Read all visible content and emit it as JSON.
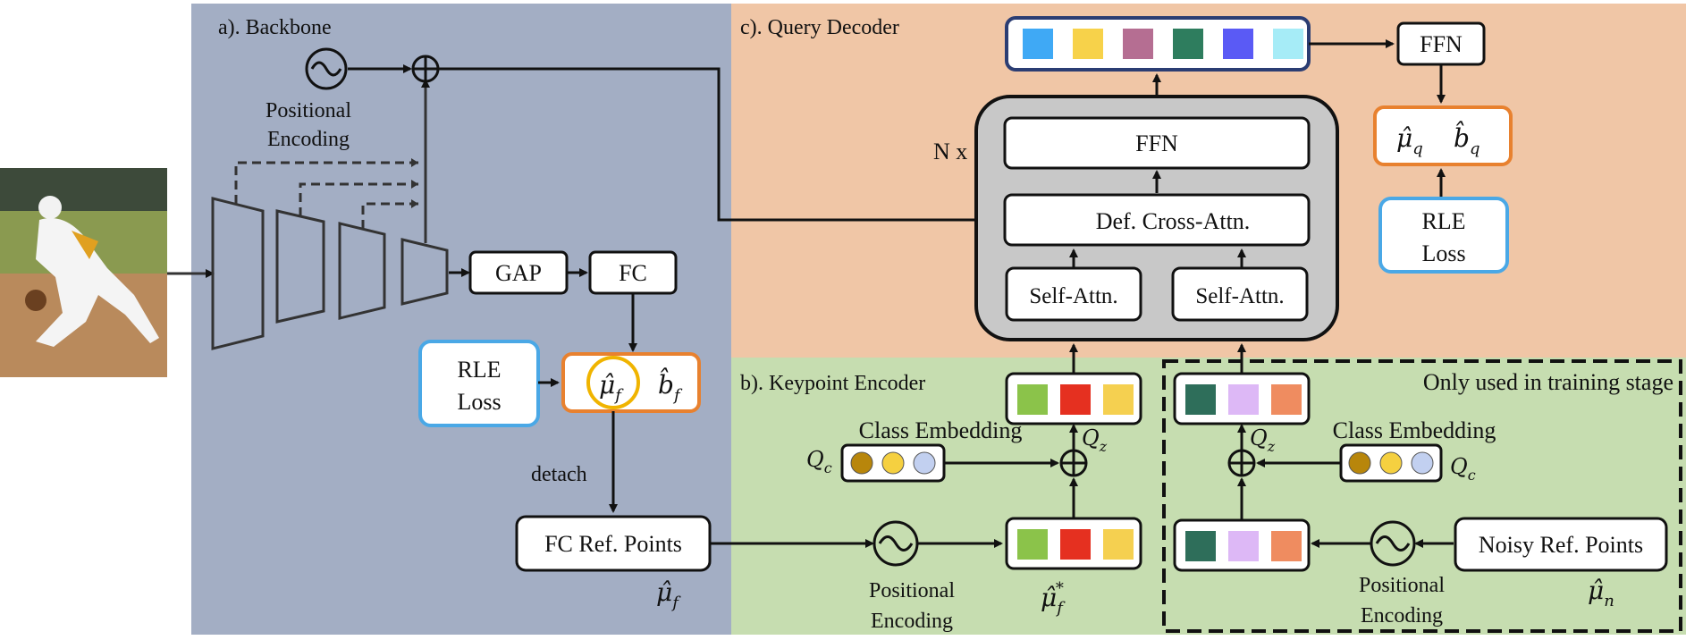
{
  "sections": {
    "backbone": "a). Backbone",
    "keypoint_encoder": "b). Keypoint Encoder",
    "query_decoder": "c). Query Decoder"
  },
  "labels": {
    "positional_encoding_line1": "Positional",
    "positional_encoding_line2": "Encoding",
    "gap": "GAP",
    "fc": "FC",
    "rle_line1": "RLE",
    "rle_line2": "Loss",
    "detach": "detach",
    "fc_ref_points": "FC Ref. Points",
    "noisy_ref_points": "Noisy Ref. Points",
    "class_embedding": "Class Embedding",
    "ffn": "FFN",
    "def_cross_attn": "Def. Cross-Attn.",
    "self_attn": "Self-Attn.",
    "n_times": "N x",
    "training_only": "Only used in training stage"
  },
  "math": {
    "mu_f": "μ̂",
    "mu_f_sub": "f",
    "b_f": "b̂",
    "b_f_sub": "f",
    "mu_q": "μ̂",
    "mu_q_sub": "q",
    "b_q": "b̂",
    "b_q_sub": "q",
    "mu_n": "μ̂",
    "mu_n_sub": "n",
    "mu_f_star": "μ̂",
    "mu_f_star_sub": "f",
    "mu_f_star_sup": "*",
    "q_c": "Q",
    "q_c_sub": "c",
    "q_z": "Q",
    "q_z_sub": "z"
  },
  "colors": {
    "backbone_bg": "#a3aec4",
    "decoder_bg": "#f0c6a6",
    "encoder_bg": "#c6ddb0",
    "decoder_block": "#c8c8c8",
    "orange_border": "#e8812f",
    "blue_border": "#4aa8e6",
    "navy_border": "#2b3d73",
    "gold_ring": "#f0b400",
    "output_tokens": [
      "#3fa9f5",
      "#f7d24a",
      "#b56e92",
      "#2e7d5e",
      "#5a5af5",
      "#a6ecf7"
    ],
    "fc_tokens": [
      "#8bc34a",
      "#e53020",
      "#f5d050"
    ],
    "noisy_tokens": [
      "#2e6e5a",
      "#ddb8f6",
      "#ef8c60"
    ],
    "class_dots": [
      "#b8860b",
      "#f5d040",
      "#c2d0f0"
    ]
  }
}
